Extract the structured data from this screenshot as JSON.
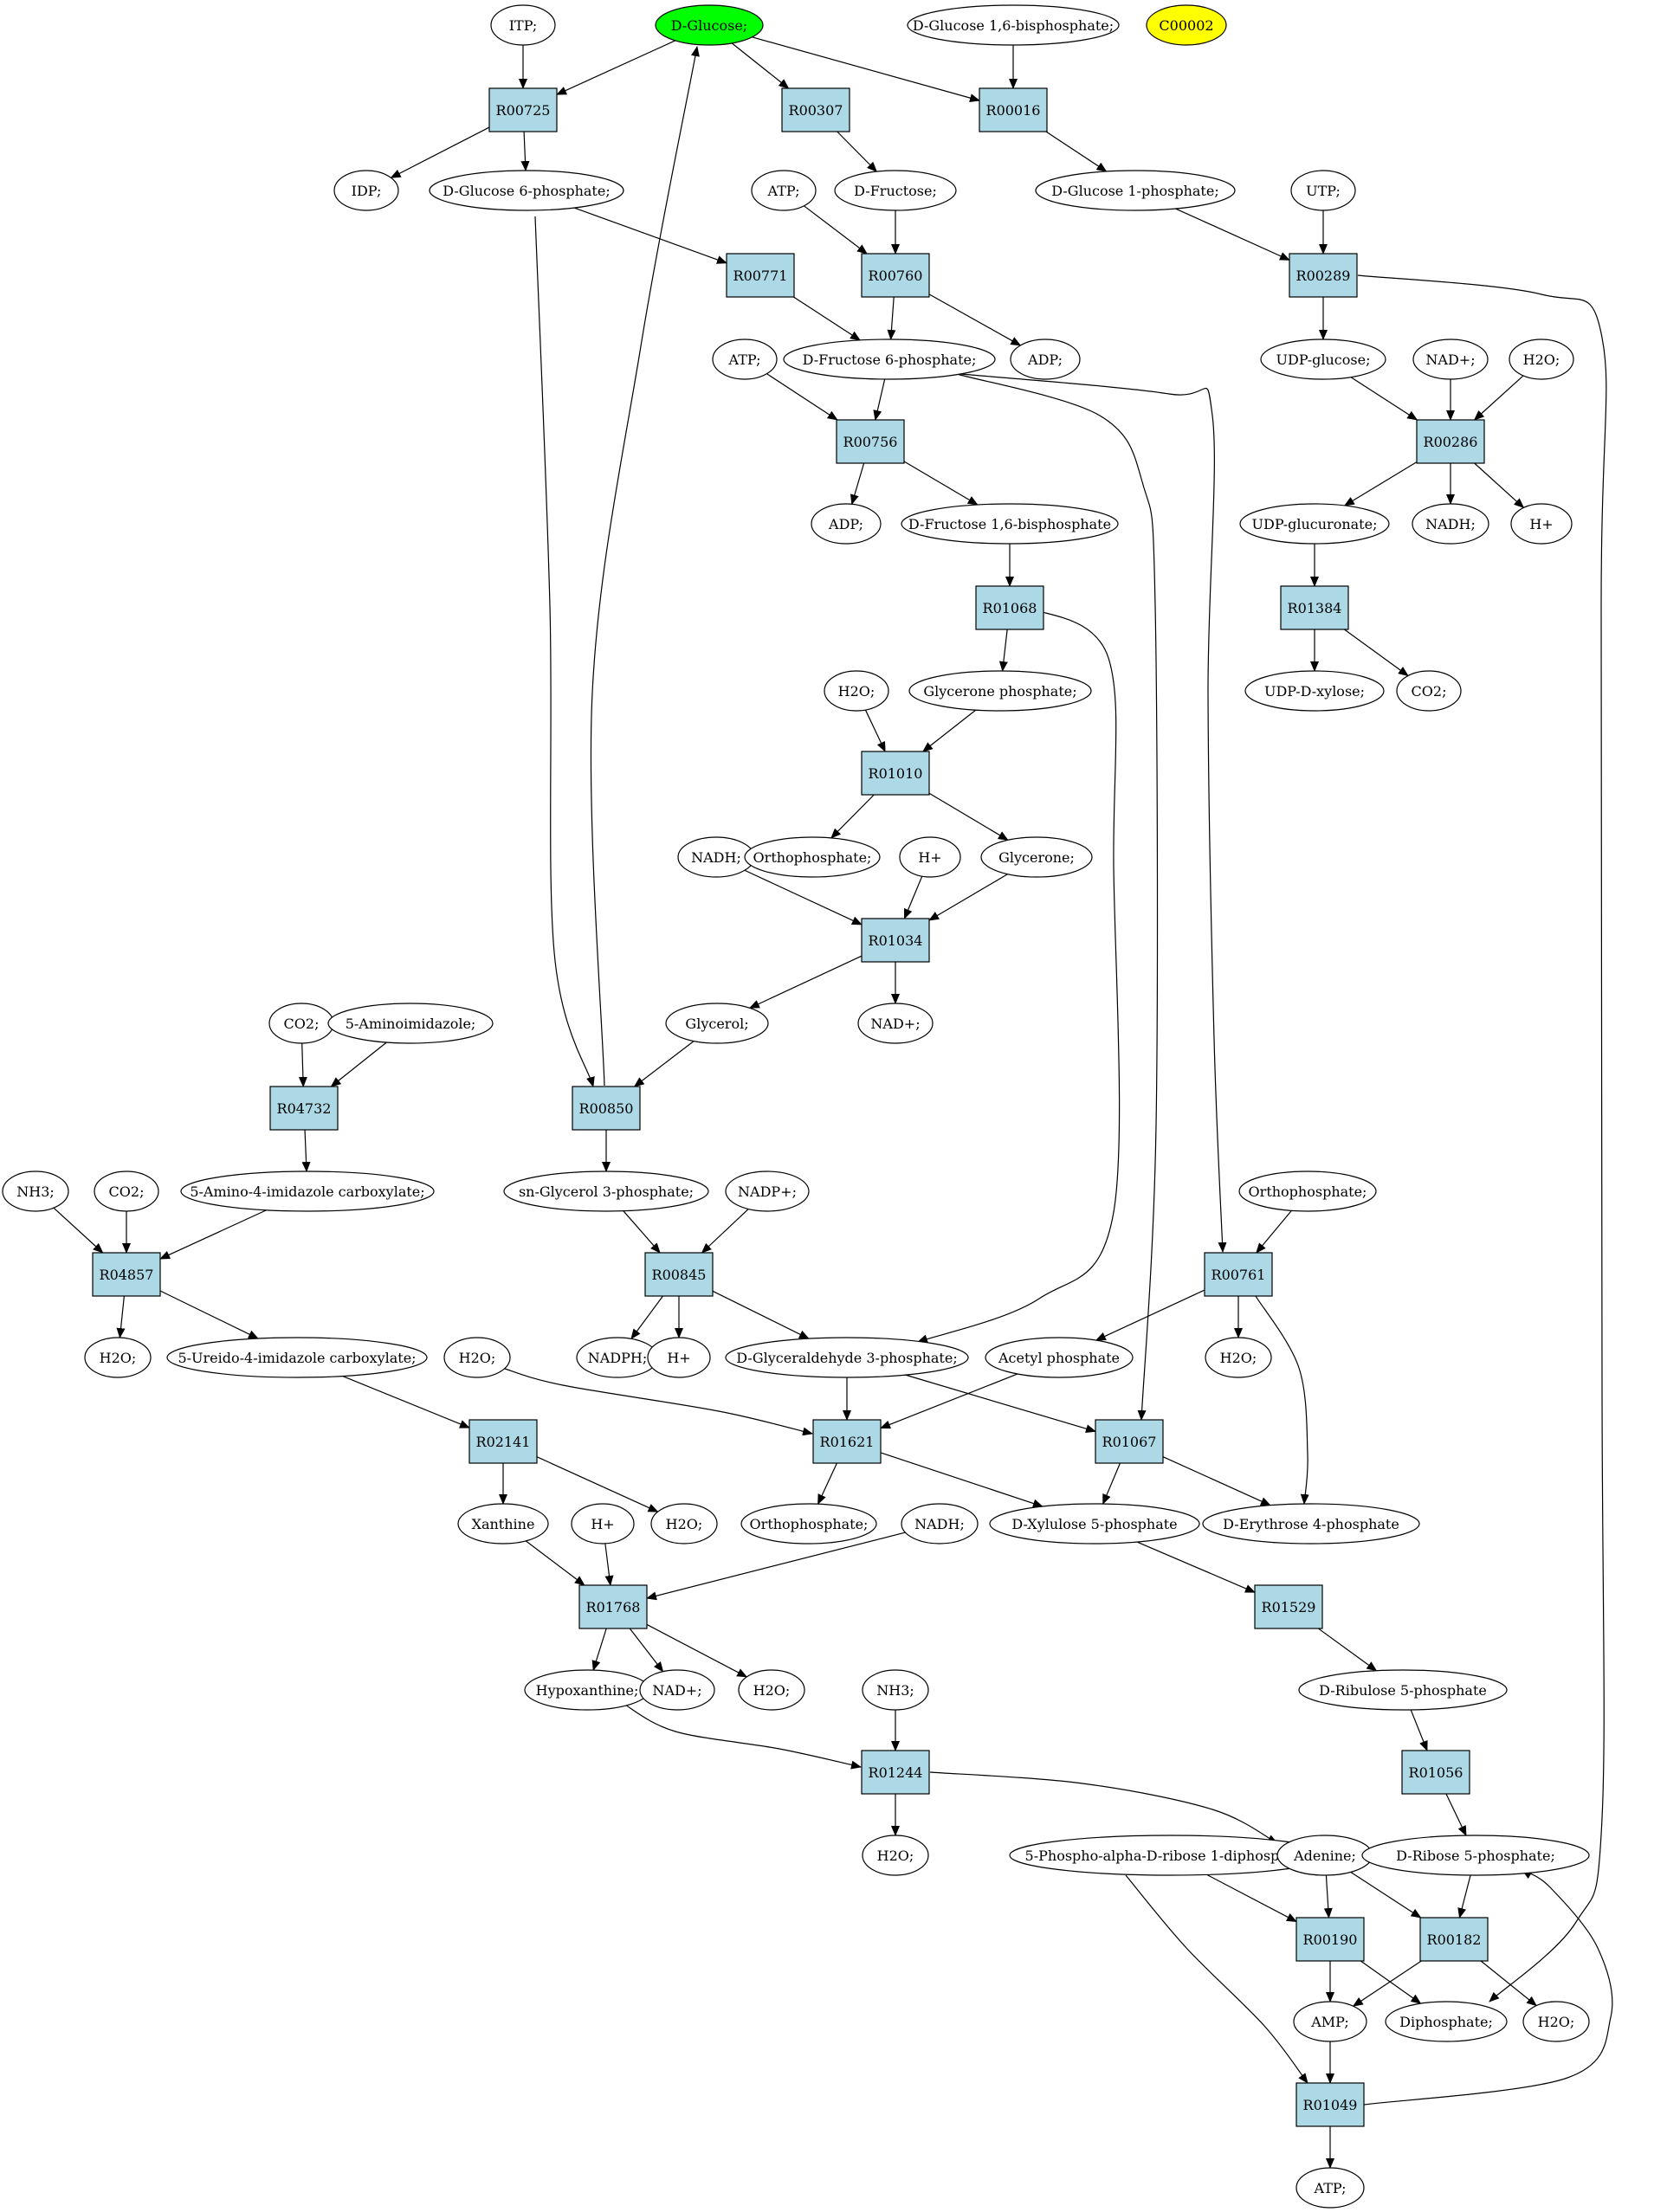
{
  "colors": {
    "reaction_fill": "#add8e6",
    "compound_fill": "#ffffff",
    "highlight_green": "#00ff00",
    "highlight_yellow": "#ffff00",
    "stroke": "#000000"
  },
  "nodes": [
    {
      "id": "itp",
      "label": "ITP;",
      "kind": "compound"
    },
    {
      "id": "dglucose",
      "label": "D-Glucose;",
      "kind": "compound",
      "fill": "highlight_green"
    },
    {
      "id": "dglc16bp",
      "label": "D-Glucose 1,6-bisphosphate;",
      "kind": "compound"
    },
    {
      "id": "c00002",
      "label": "C00002",
      "kind": "compound",
      "fill": "highlight_yellow"
    },
    {
      "id": "r00725",
      "label": "R00725",
      "kind": "reaction"
    },
    {
      "id": "r00307",
      "label": "R00307",
      "kind": "reaction"
    },
    {
      "id": "r00016",
      "label": "R00016",
      "kind": "reaction"
    },
    {
      "id": "idp",
      "label": "IDP;",
      "kind": "compound"
    },
    {
      "id": "g6p",
      "label": "D-Glucose 6-phosphate;",
      "kind": "compound"
    },
    {
      "id": "atp1",
      "label": "ATP;",
      "kind": "compound"
    },
    {
      "id": "dfru",
      "label": "D-Fructose;",
      "kind": "compound"
    },
    {
      "id": "g1p",
      "label": "D-Glucose 1-phosphate;",
      "kind": "compound"
    },
    {
      "id": "utp",
      "label": "UTP;",
      "kind": "compound"
    },
    {
      "id": "r00771",
      "label": "R00771",
      "kind": "reaction"
    },
    {
      "id": "r00760",
      "label": "R00760",
      "kind": "reaction"
    },
    {
      "id": "r00289",
      "label": "R00289",
      "kind": "reaction"
    },
    {
      "id": "atp2",
      "label": "ATP;",
      "kind": "compound"
    },
    {
      "id": "f6p",
      "label": "D-Fructose 6-phosphate;",
      "kind": "compound"
    },
    {
      "id": "adp1",
      "label": "ADP;",
      "kind": "compound"
    },
    {
      "id": "udpglc",
      "label": "UDP-glucose;",
      "kind": "compound"
    },
    {
      "id": "nadp1",
      "label": "NAD+;",
      "kind": "compound"
    },
    {
      "id": "h2o1",
      "label": "H2O;",
      "kind": "compound"
    },
    {
      "id": "r00756",
      "label": "R00756",
      "kind": "reaction"
    },
    {
      "id": "r00286",
      "label": "R00286",
      "kind": "reaction"
    },
    {
      "id": "adp2",
      "label": "ADP;",
      "kind": "compound"
    },
    {
      "id": "fbp",
      "label": "D-Fructose 1,6-bisphosphate",
      "kind": "compound"
    },
    {
      "id": "udpglcur",
      "label": "UDP-glucuronate;",
      "kind": "compound"
    },
    {
      "id": "nadh1",
      "label": "NADH;",
      "kind": "compound"
    },
    {
      "id": "hplus1",
      "label": "H+",
      "kind": "compound"
    },
    {
      "id": "r01068",
      "label": "R01068",
      "kind": "reaction"
    },
    {
      "id": "r01384",
      "label": "R01384",
      "kind": "reaction"
    },
    {
      "id": "h2o2",
      "label": "H2O;",
      "kind": "compound"
    },
    {
      "id": "glycp",
      "label": "Glycerone phosphate;",
      "kind": "compound"
    },
    {
      "id": "udpxyl",
      "label": "UDP-D-xylose;",
      "kind": "compound"
    },
    {
      "id": "co2a",
      "label": "CO2;",
      "kind": "compound"
    },
    {
      "id": "r01010",
      "label": "R01010",
      "kind": "reaction"
    },
    {
      "id": "nadh2",
      "label": "NADH;",
      "kind": "compound"
    },
    {
      "id": "ortho1",
      "label": "Orthophosphate;",
      "kind": "compound"
    },
    {
      "id": "hplus2",
      "label": "H+",
      "kind": "compound"
    },
    {
      "id": "glycerone",
      "label": "Glycerone;",
      "kind": "compound"
    },
    {
      "id": "r01034",
      "label": "R01034",
      "kind": "reaction"
    },
    {
      "id": "co2b",
      "label": "CO2;",
      "kind": "compound"
    },
    {
      "id": "aminoimid",
      "label": "5-Aminoimidazole;",
      "kind": "compound"
    },
    {
      "id": "glycerol",
      "label": "Glycerol;",
      "kind": "compound"
    },
    {
      "id": "nadp2",
      "label": "NAD+;",
      "kind": "compound"
    },
    {
      "id": "r04732",
      "label": "R04732",
      "kind": "reaction"
    },
    {
      "id": "r00850",
      "label": "R00850",
      "kind": "reaction"
    },
    {
      "id": "nh3a",
      "label": "NH3;",
      "kind": "compound"
    },
    {
      "id": "co2c",
      "label": "CO2;",
      "kind": "compound"
    },
    {
      "id": "aicarb",
      "label": "5-Amino-4-imidazole carboxylate;",
      "kind": "compound"
    },
    {
      "id": "sng3p",
      "label": "sn-Glycerol 3-phosphate;",
      "kind": "compound"
    },
    {
      "id": "nadpplus",
      "label": "NADP+;",
      "kind": "compound"
    },
    {
      "id": "ortho2",
      "label": "Orthophosphate;",
      "kind": "compound"
    },
    {
      "id": "r04857",
      "label": "R04857",
      "kind": "reaction"
    },
    {
      "id": "r00845",
      "label": "R00845",
      "kind": "reaction"
    },
    {
      "id": "r00761",
      "label": "R00761",
      "kind": "reaction"
    },
    {
      "id": "h2o3",
      "label": "H2O;",
      "kind": "compound"
    },
    {
      "id": "uicarb",
      "label": "5-Ureido-4-imidazole carboxylate;",
      "kind": "compound"
    },
    {
      "id": "h2o4",
      "label": "H2O;",
      "kind": "compound"
    },
    {
      "id": "nadph",
      "label": "NADPH;",
      "kind": "compound"
    },
    {
      "id": "hplus3",
      "label": "H+",
      "kind": "compound"
    },
    {
      "id": "g3p",
      "label": "D-Glyceraldehyde 3-phosphate;",
      "kind": "compound"
    },
    {
      "id": "acetylp",
      "label": "Acetyl phosphate",
      "kind": "compound"
    },
    {
      "id": "h2o5",
      "label": "H2O;",
      "kind": "compound"
    },
    {
      "id": "r02141",
      "label": "R02141",
      "kind": "reaction"
    },
    {
      "id": "r01621",
      "label": "R01621",
      "kind": "reaction"
    },
    {
      "id": "r01067",
      "label": "R01067",
      "kind": "reaction"
    },
    {
      "id": "xanthine",
      "label": "Xanthine",
      "kind": "compound"
    },
    {
      "id": "hplus4",
      "label": "H+",
      "kind": "compound"
    },
    {
      "id": "h2o6",
      "label": "H2O;",
      "kind": "compound"
    },
    {
      "id": "ortho3",
      "label": "Orthophosphate;",
      "kind": "compound"
    },
    {
      "id": "nadh3",
      "label": "NADH;",
      "kind": "compound"
    },
    {
      "id": "xu5p",
      "label": "D-Xylulose 5-phosphate",
      "kind": "compound"
    },
    {
      "id": "e4p",
      "label": "D-Erythrose 4-phosphate",
      "kind": "compound"
    },
    {
      "id": "r01768",
      "label": "R01768",
      "kind": "reaction"
    },
    {
      "id": "r01529",
      "label": "R01529",
      "kind": "reaction"
    },
    {
      "id": "hypox",
      "label": "Hypoxanthine;",
      "kind": "compound"
    },
    {
      "id": "nadp3",
      "label": "NAD+;",
      "kind": "compound"
    },
    {
      "id": "h2o7",
      "label": "H2O;",
      "kind": "compound"
    },
    {
      "id": "nh3b",
      "label": "NH3;",
      "kind": "compound"
    },
    {
      "id": "ru5p",
      "label": "D-Ribulose 5-phosphate",
      "kind": "compound"
    },
    {
      "id": "r01244",
      "label": "R01244",
      "kind": "reaction"
    },
    {
      "id": "r01056",
      "label": "R01056",
      "kind": "reaction"
    },
    {
      "id": "h2o8",
      "label": "H2O;",
      "kind": "compound"
    },
    {
      "id": "prpp",
      "label": "5-Phospho-alpha-D-ribose 1-diphosphate;",
      "kind": "compound"
    },
    {
      "id": "adenine",
      "label": "Adenine;",
      "kind": "compound"
    },
    {
      "id": "r5p",
      "label": "D-Ribose 5-phosphate;",
      "kind": "compound"
    },
    {
      "id": "r00190",
      "label": "R00190",
      "kind": "reaction"
    },
    {
      "id": "r00182",
      "label": "R00182",
      "kind": "reaction"
    },
    {
      "id": "amp",
      "label": "AMP;",
      "kind": "compound"
    },
    {
      "id": "diphos",
      "label": "Diphosphate;",
      "kind": "compound"
    },
    {
      "id": "h2o9",
      "label": "H2O;",
      "kind": "compound"
    },
    {
      "id": "r01049",
      "label": "R01049",
      "kind": "reaction"
    },
    {
      "id": "atp3",
      "label": "ATP;",
      "kind": "compound"
    }
  ],
  "edges": [
    [
      "itp",
      "r00725"
    ],
    [
      "dglucose",
      "r00725"
    ],
    [
      "dglucose",
      "r00307"
    ],
    [
      "dglucose",
      "r00016"
    ],
    [
      "dglc16bp",
      "r00016"
    ],
    [
      "r00725",
      "idp"
    ],
    [
      "r00725",
      "g6p"
    ],
    [
      "r00307",
      "dfru"
    ],
    [
      "r00016",
      "g1p"
    ],
    [
      "g6p",
      "r00771"
    ],
    [
      "g6p",
      "r00850"
    ],
    [
      "atp1",
      "r00760"
    ],
    [
      "dfru",
      "r00760"
    ],
    [
      "g1p",
      "r00289"
    ],
    [
      "utp",
      "r00289"
    ],
    [
      "r00771",
      "f6p"
    ],
    [
      "r00760",
      "f6p"
    ],
    [
      "r00760",
      "adp1"
    ],
    [
      "r00289",
      "udpglc"
    ],
    [
      "r00289",
      "diphos"
    ],
    [
      "atp2",
      "r00756"
    ],
    [
      "f6p",
      "r00756"
    ],
    [
      "f6p",
      "r00761"
    ],
    [
      "f6p",
      "r01067"
    ],
    [
      "udpglc",
      "r00286"
    ],
    [
      "nadp1",
      "r00286"
    ],
    [
      "h2o1",
      "r00286"
    ],
    [
      "r00756",
      "adp2"
    ],
    [
      "r00756",
      "fbp"
    ],
    [
      "r00286",
      "udpglcur"
    ],
    [
      "r00286",
      "nadh1"
    ],
    [
      "r00286",
      "hplus1"
    ],
    [
      "fbp",
      "r01068"
    ],
    [
      "udpglcur",
      "r01384"
    ],
    [
      "r01068",
      "glycp"
    ],
    [
      "r01068",
      "g3p"
    ],
    [
      "r01384",
      "udpxyl"
    ],
    [
      "r01384",
      "co2a"
    ],
    [
      "h2o2",
      "r01010"
    ],
    [
      "glycp",
      "r01010"
    ],
    [
      "r01010",
      "ortho1"
    ],
    [
      "r01010",
      "glycerone"
    ],
    [
      "nadh2",
      "r01034"
    ],
    [
      "hplus2",
      "r01034"
    ],
    [
      "glycerone",
      "r01034"
    ],
    [
      "r01034",
      "glycerol"
    ],
    [
      "r01034",
      "nadp2"
    ],
    [
      "co2b",
      "r04732"
    ],
    [
      "aminoimid",
      "r04732"
    ],
    [
      "glycerol",
      "r00850"
    ],
    [
      "r00850",
      "dglucose"
    ],
    [
      "r04732",
      "aicarb"
    ],
    [
      "r00850",
      "sng3p"
    ],
    [
      "nh3a",
      "r04857"
    ],
    [
      "co2c",
      "r04857"
    ],
    [
      "aicarb",
      "r04857"
    ],
    [
      "sng3p",
      "r00845"
    ],
    [
      "nadpplus",
      "r00845"
    ],
    [
      "ortho2",
      "r00761"
    ],
    [
      "r04857",
      "h2o3"
    ],
    [
      "r04857",
      "uicarb"
    ],
    [
      "r00845",
      "nadph"
    ],
    [
      "r00845",
      "hplus3"
    ],
    [
      "r00845",
      "g3p"
    ],
    [
      "r00761",
      "acetylp"
    ],
    [
      "r00761",
      "h2o4"
    ],
    [
      "r00761",
      "e4p"
    ],
    [
      "uicarb",
      "r02141"
    ],
    [
      "h2o5",
      "r01621"
    ],
    [
      "g3p",
      "r01621"
    ],
    [
      "g3p",
      "r01067"
    ],
    [
      "acetylp",
      "r01621"
    ],
    [
      "r02141",
      "xanthine"
    ],
    [
      "r02141",
      "h2o6"
    ],
    [
      "r01621",
      "ortho3"
    ],
    [
      "r01621",
      "xu5p"
    ],
    [
      "r01067",
      "xu5p"
    ],
    [
      "r01067",
      "e4p"
    ],
    [
      "xanthine",
      "r01768"
    ],
    [
      "hplus4",
      "r01768"
    ],
    [
      "nadh3",
      "r01768"
    ],
    [
      "xu5p",
      "r01529"
    ],
    [
      "r01768",
      "hypox"
    ],
    [
      "r01768",
      "nadp3"
    ],
    [
      "r01768",
      "h2o7"
    ],
    [
      "r01529",
      "ru5p"
    ],
    [
      "hypox",
      "r01244"
    ],
    [
      "nh3b",
      "r01244"
    ],
    [
      "ru5p",
      "r01056"
    ],
    [
      "r01244",
      "h2o8"
    ],
    [
      "r01244",
      "adenine"
    ],
    [
      "r01056",
      "r5p"
    ],
    [
      "prpp",
      "r00190"
    ],
    [
      "prpp",
      "r01049"
    ],
    [
      "adenine",
      "r00190"
    ],
    [
      "adenine",
      "r00182"
    ],
    [
      "r5p",
      "r00182"
    ],
    [
      "r00190",
      "amp"
    ],
    [
      "r00190",
      "diphos"
    ],
    [
      "r00182",
      "amp"
    ],
    [
      "r00182",
      "h2o9"
    ],
    [
      "amp",
      "r01049"
    ],
    [
      "r01049",
      "r5p"
    ],
    [
      "r01049",
      "atp3"
    ]
  ]
}
